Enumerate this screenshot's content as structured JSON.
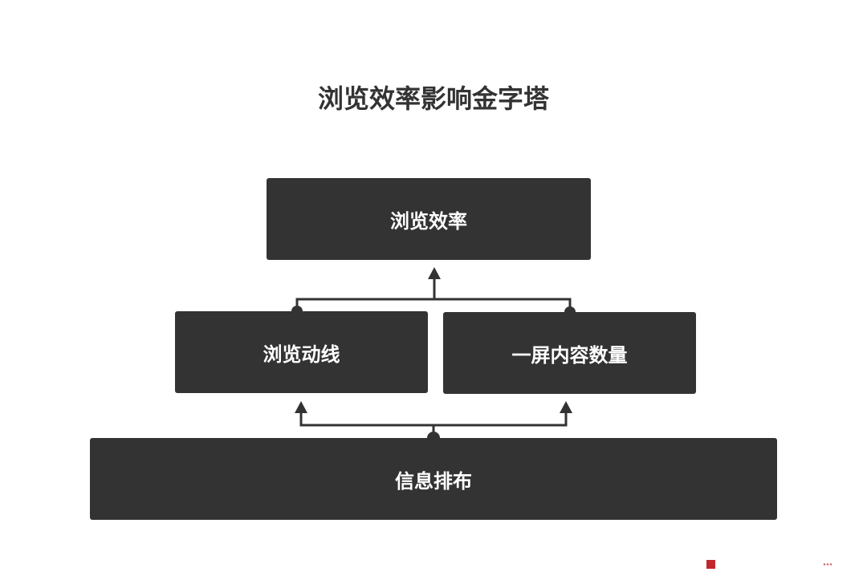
{
  "title": "浏览效率影响金字塔",
  "nodes": {
    "top": "浏览效率",
    "middle_left": "浏览动线",
    "middle_right": "一屏内容数量",
    "bottom": "信息排布"
  },
  "colors": {
    "box": "#333333",
    "text": "#ffffff",
    "line": "#333333"
  }
}
